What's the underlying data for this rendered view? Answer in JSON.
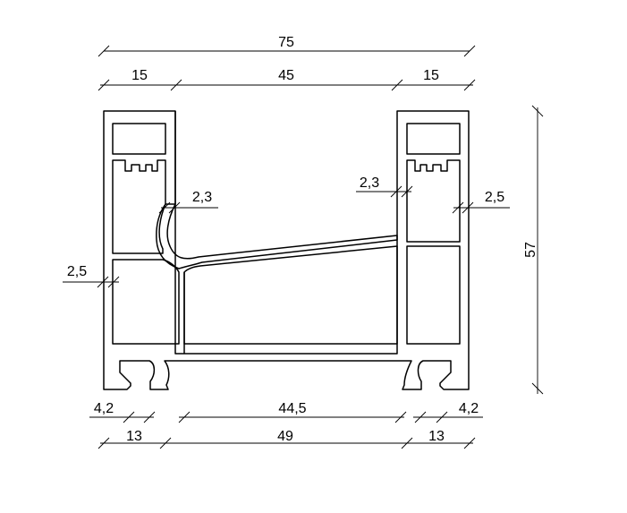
{
  "dimensions": {
    "overall_width": "75",
    "left_flange": "15",
    "center_span": "45",
    "right_flange": "15",
    "overall_height": "57",
    "wall_left_inner": "2,3",
    "wall_right_inner": "2,3",
    "wall_right_outer": "2,5",
    "wall_left_outer": "2,5",
    "foot_left": "4,2",
    "inner_span": "44,5",
    "foot_right": "4,2",
    "base_left": "13",
    "base_center": "49",
    "base_right": "13"
  }
}
